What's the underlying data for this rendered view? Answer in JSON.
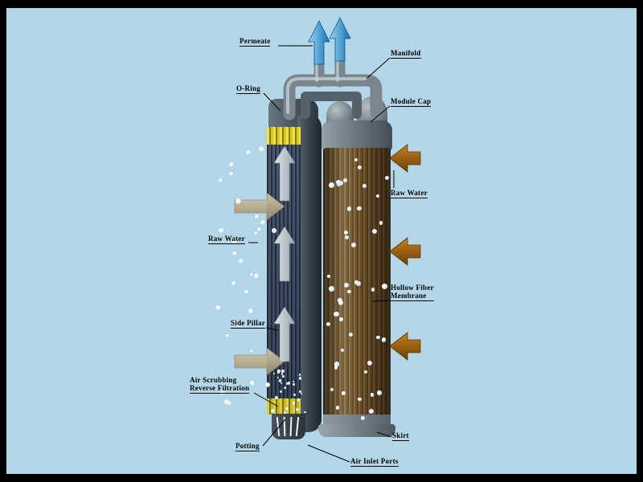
{
  "labels": {
    "permeate": "Permeate",
    "manifold": "Manifold",
    "o_ring": "O-Ring",
    "module_cap": "Module Cap",
    "raw_water_right": "Raw Water",
    "raw_water_left": "Raw Water",
    "hollow_fiber_line1": "Hollow Fiber",
    "hollow_fiber_line2": "Membrane",
    "side_pillar": "Side Pillar",
    "air_scrubbing_line1": "Air Scrubbing",
    "air_scrubbing_line2": "Reverse Filtration",
    "potting": "Potting",
    "skirt": "Skirt",
    "air_inlet_ports": "Air Inlet Ports"
  },
  "colors": {
    "background": "#b3d6e8",
    "frame": "#000000",
    "permeate_arrow": "#1b7fc2",
    "raw_water_arrow": "#a8600f",
    "inlet_arrow": "#b9ac8e",
    "upflow_arrow": "#ccd6da",
    "membrane": "#8a683a",
    "potting_band": "#e8d42e",
    "module_gray": "#76838c",
    "leader_line": "#000000"
  }
}
